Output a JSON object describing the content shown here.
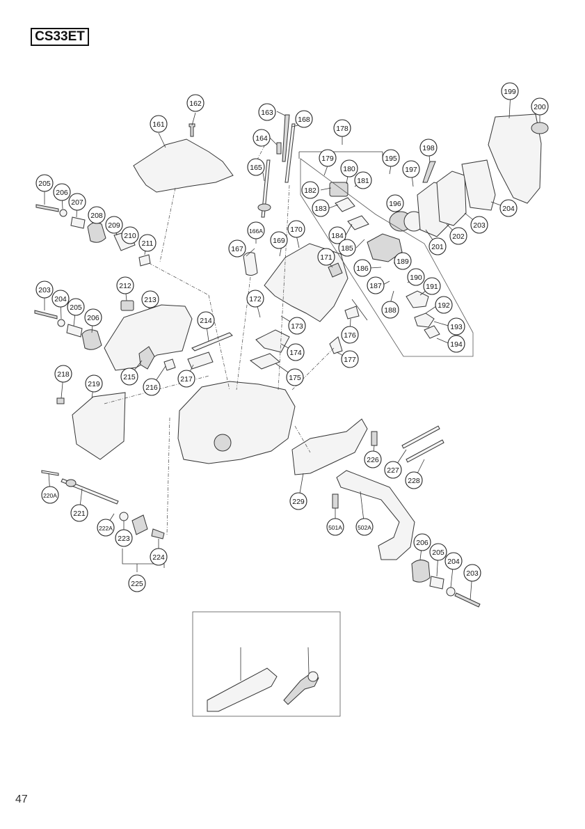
{
  "model": "CS33ET",
  "page_number": "47",
  "parts": [
    "161",
    "162",
    "163",
    "164",
    "165",
    "166A",
    "167",
    "168",
    "169",
    "170",
    "171",
    "172",
    "173",
    "174",
    "175",
    "176",
    "177",
    "178",
    "179",
    "180",
    "181",
    "182",
    "183",
    "184",
    "185",
    "186",
    "187",
    "188",
    "189",
    "190",
    "191",
    "192",
    "193",
    "194",
    "195",
    "196",
    "197",
    "198",
    "199",
    "200",
    "201",
    "202",
    "203",
    "204",
    "205",
    "206",
    "207",
    "208",
    "209",
    "210",
    "211",
    "212",
    "213",
    "214",
    "215",
    "216",
    "217",
    "218",
    "219",
    "220A",
    "221",
    "222A",
    "223",
    "224",
    "225",
    "226",
    "227",
    "228",
    "229",
    "501A",
    "502A"
  ]
}
